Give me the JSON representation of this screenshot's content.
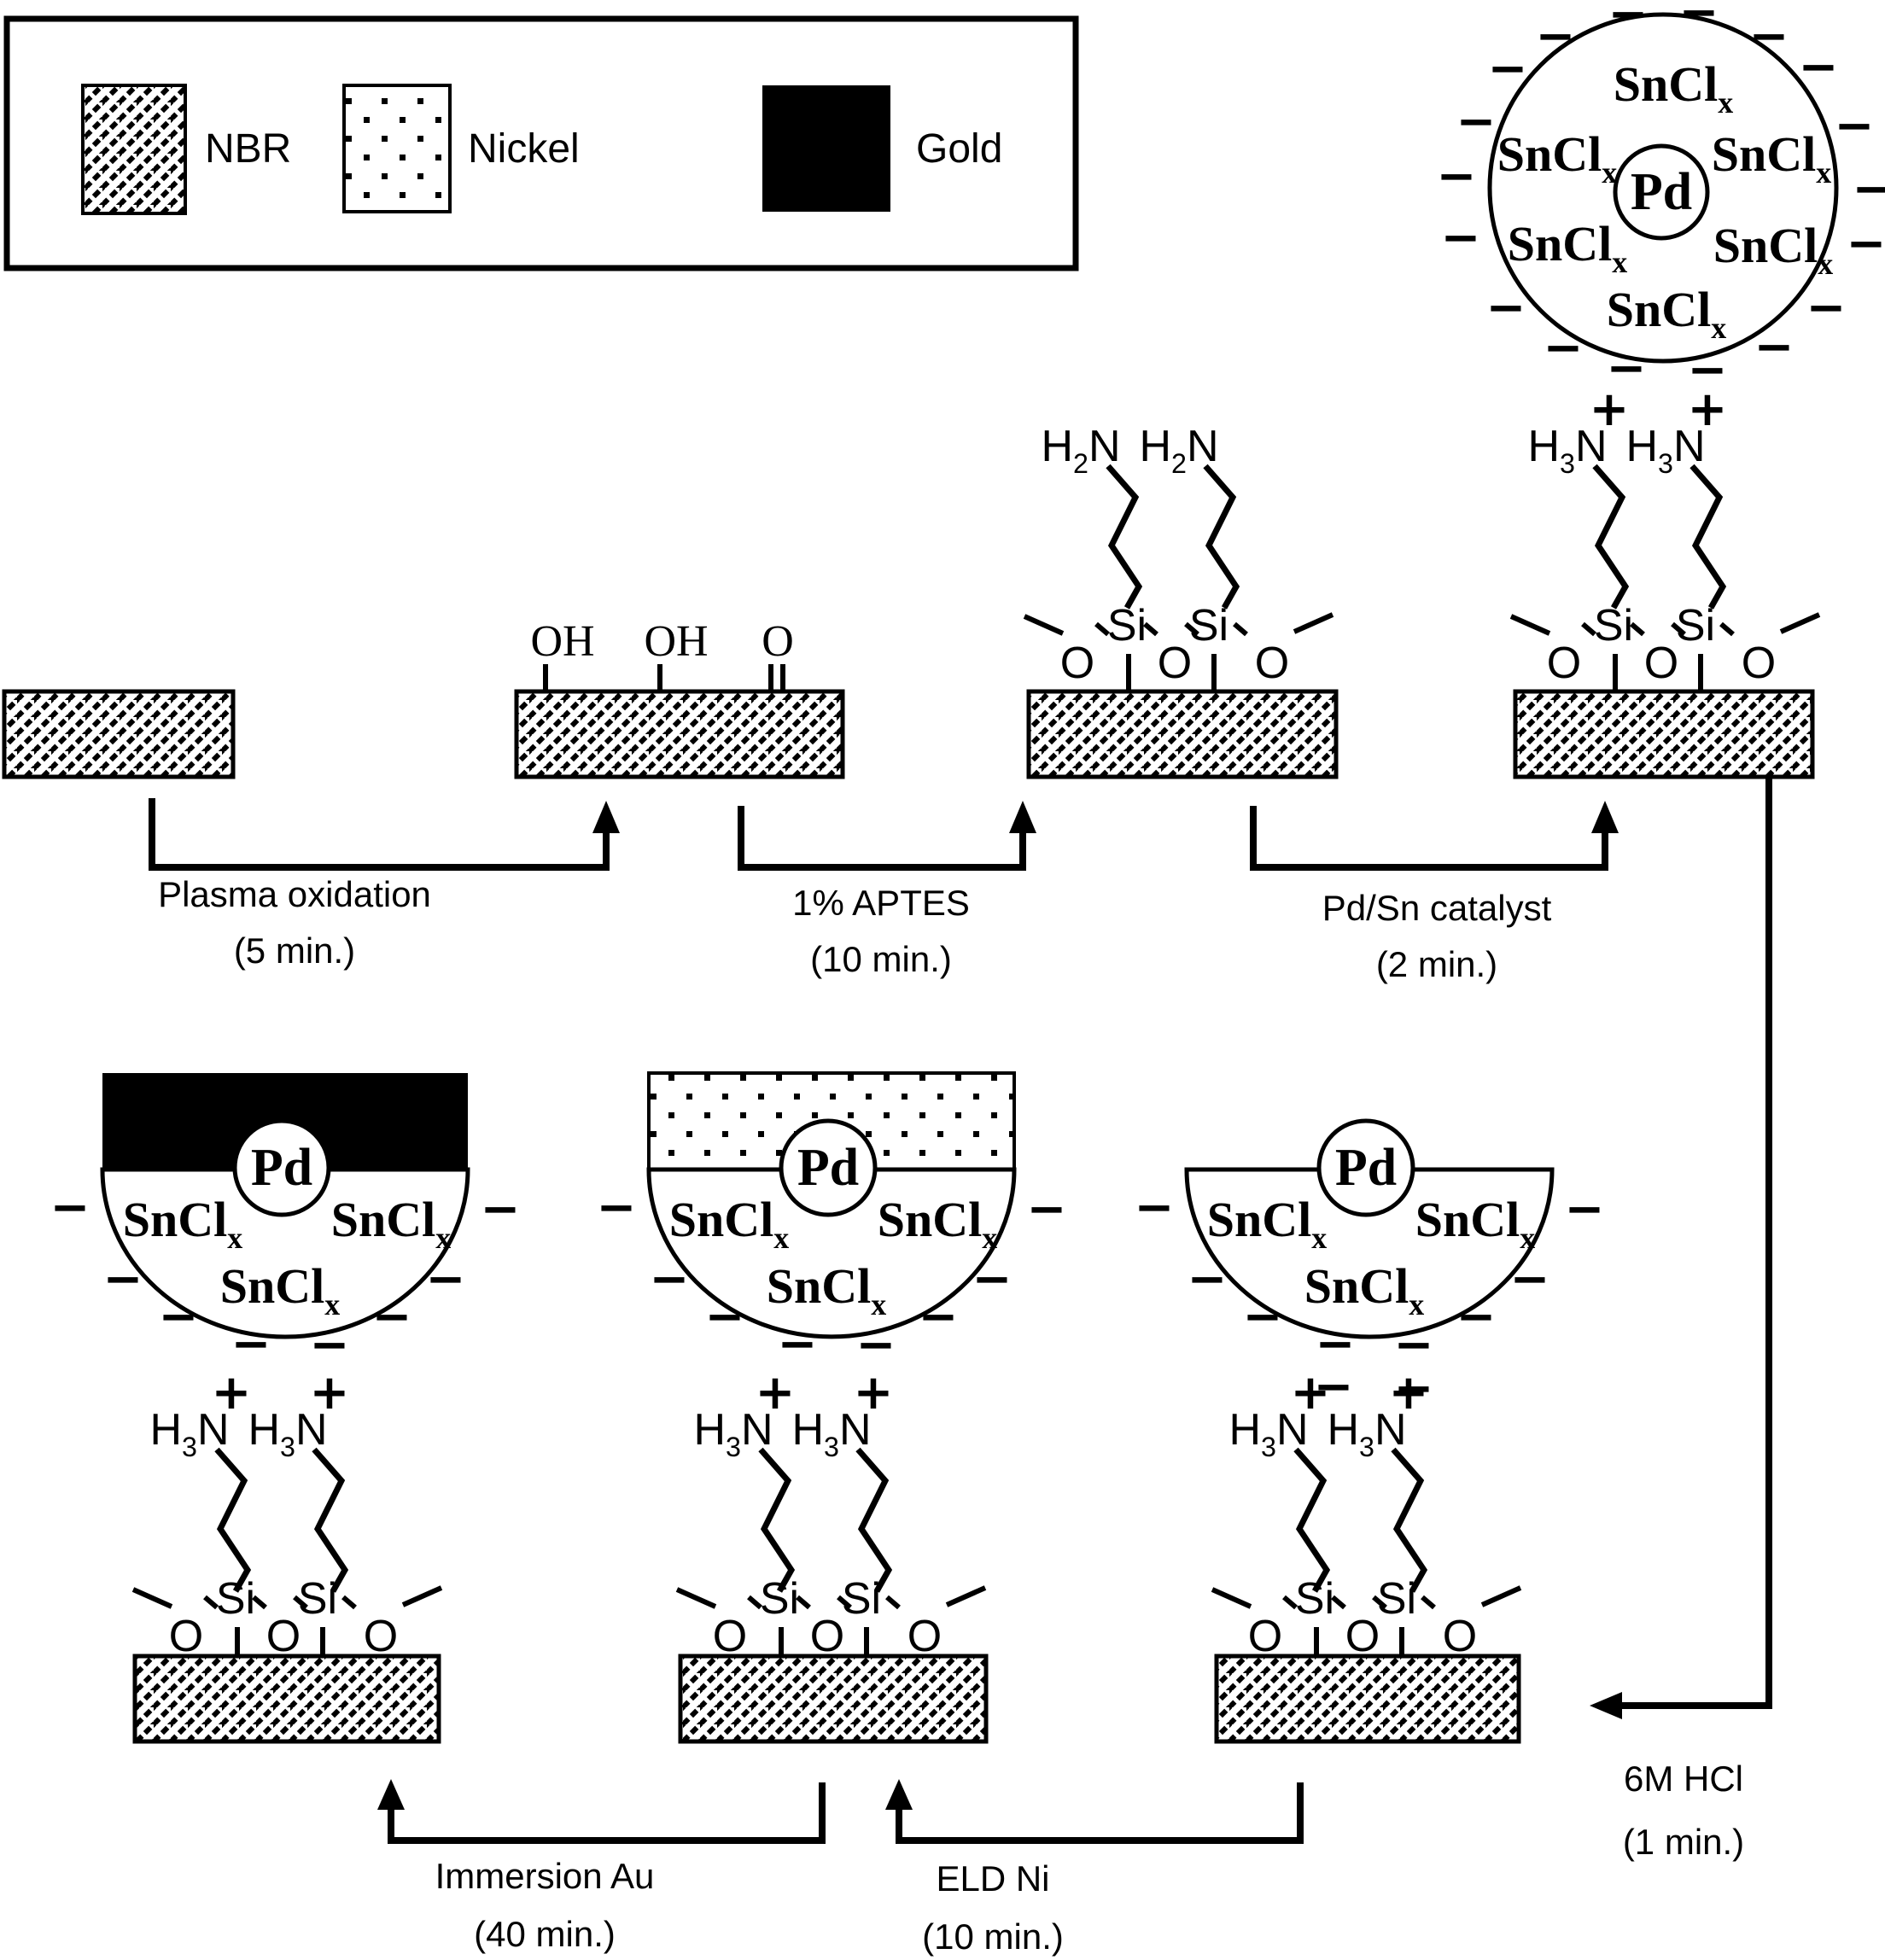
{
  "figure": {
    "description": "Electroless metallization process flow on NBR substrate"
  },
  "legend": {
    "items": [
      {
        "label": "NBR",
        "swatch": "diagonal-hatch"
      },
      {
        "label": "Nickel",
        "swatch": "dotted"
      },
      {
        "label": "Gold",
        "swatch": "solid-black"
      }
    ]
  },
  "steps": {
    "plasma": {
      "line1": "Plasma oxidation",
      "line2": "(5 min.)"
    },
    "aptes": {
      "line1": "1% APTES",
      "line2": "(10 min.)"
    },
    "pdsn": {
      "line1": "Pd/Sn catalyst",
      "line2": "(2 min.)"
    },
    "hcl": {
      "line1": "6M HCl",
      "line2": "(1 min.)"
    },
    "au": {
      "line1": "Immersion Au",
      "line2": "(40 min.)"
    },
    "ni": {
      "line1": "ELD Ni",
      "line2": "(10 min.)"
    }
  },
  "chem": {
    "pd": "Pd",
    "sncl_main": "SnCl",
    "sncl_sub": "x",
    "h": "H",
    "sub2": "2",
    "sub3": "3",
    "n": "N",
    "o": "O",
    "oh": "OH",
    "si": "Si",
    "plus": "+",
    "minus": "−"
  },
  "colors": {
    "ink": "#000000",
    "paper": "#ffffff"
  }
}
